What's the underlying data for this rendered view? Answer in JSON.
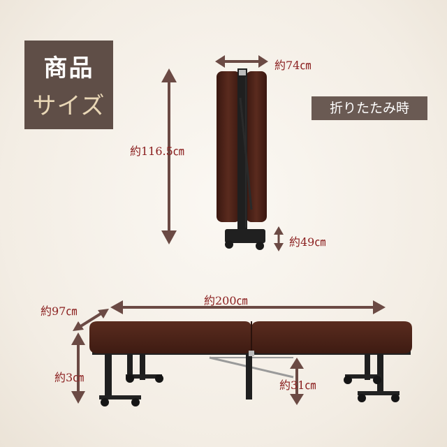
{
  "title": {
    "line1": "商品",
    "line2": "サイズ"
  },
  "folded_badge": "折りたたみ時",
  "dimensions": {
    "folded_width": "約74㎝",
    "folded_height": "約116.5㎝",
    "folded_base": "約49㎝",
    "length": "約200㎝",
    "width": "約97㎝",
    "mattress_thickness": "約3㎝",
    "bed_height": "約31㎝"
  },
  "colors": {
    "accent": "#8a1e1e",
    "arrow": "#6b4a44",
    "mattress": "#4a2218",
    "frame": "#1e1e1e",
    "title_bg": "#5f4e47"
  }
}
